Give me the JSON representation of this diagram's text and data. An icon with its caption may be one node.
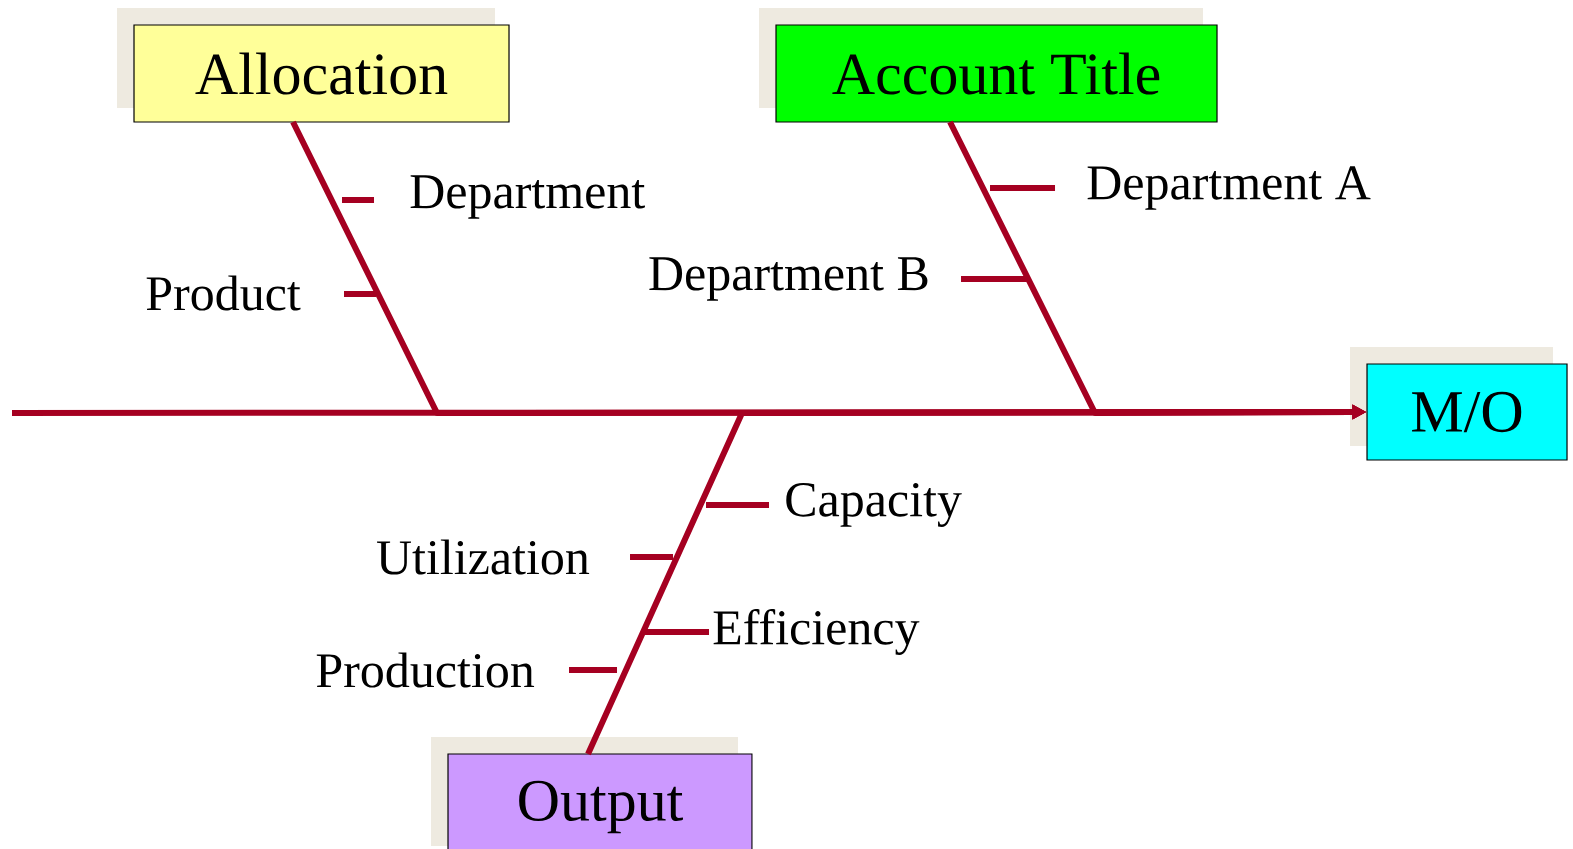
{
  "diagram": {
    "nodes": [
      {
        "text": [
          "Allocation"
        ]
      },
      {
        "text": [
          "Account Title"
        ]
      },
      {
        "text": [
          "M/O"
        ]
      },
      {
        "text": [
          "Output"
        ]
      }
    ],
    "edges": [
      {
        "from": null,
        "to": 2,
        "arrow": "to"
      },
      {
        "from": 0,
        "to": 2,
        "arrow": "to"
      },
      {
        "from": 1,
        "to": 2,
        "arrow": "to"
      },
      {
        "from": 3,
        "to": 2,
        "arrow": "to"
      }
    ],
    "labels": [
      "Department",
      "Product",
      "Department A",
      "Department B",
      "Capacity",
      "Utilization",
      "Efficiency",
      "Production"
    ]
  }
}
